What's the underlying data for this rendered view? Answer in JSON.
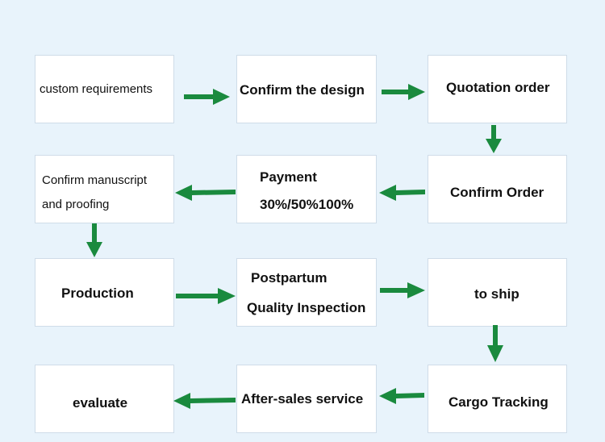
{
  "steps": {
    "custom_requirements": "custom requirements",
    "confirm_design": "Confirm the design",
    "quotation_order": "Quotation order",
    "confirm_order": "Confirm Order",
    "payment_title": "Payment",
    "payment_terms": "30%/50%100%",
    "confirm_manuscript_line1": "Confirm manuscript",
    "confirm_manuscript_line2": "and proofing",
    "production": "Production",
    "postpartum": "Postpartum",
    "quality_inspection": "Quality Inspection",
    "to_ship": "to ship",
    "cargo_tracking": "Cargo Tracking",
    "after_sales": "After-sales service",
    "evaluate": "evaluate"
  },
  "colors": {
    "arrow": "#1a8a3e",
    "box_fill": "#ffffff",
    "background": "#e8f3fb"
  }
}
